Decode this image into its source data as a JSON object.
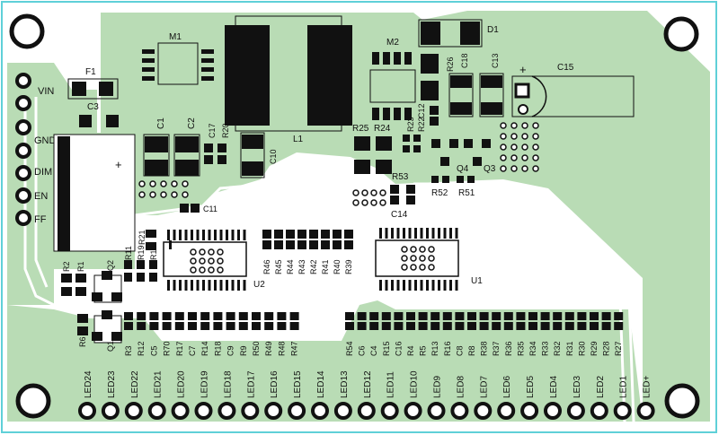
{
  "colors": {
    "background": "#ffffff",
    "board_outline": "#5fd0d8",
    "copper": "#b9dcb5",
    "copper_dark": "#9cc99a",
    "trace": "#ffffff",
    "pad": "#111111",
    "silk": "#111111"
  },
  "left_connector": {
    "labels": [
      "VIN",
      "",
      "GND",
      "DIM",
      "EN",
      "FF"
    ]
  },
  "components": {
    "M1": "M1",
    "M2": "M2",
    "D1": "D1",
    "F1": "F1",
    "L1": "L1",
    "C1": "C1",
    "C2": "C2",
    "C3": "C3",
    "C10": "C10",
    "C11": "C11",
    "C12": "C12",
    "C13": "C13",
    "C14": "C14",
    "C15": "C15",
    "C17": "C17",
    "C18": "C18",
    "R20": "R20",
    "R21": "R21",
    "R22": "R22",
    "R23": "R23",
    "R24": "R24",
    "R25": "R25",
    "R26": "R26",
    "R51": "R51",
    "R52": "R52",
    "R53": "R53",
    "Q3": "Q3",
    "Q4": "Q4",
    "U1": "U1",
    "U2": "U2",
    "R1": "R1",
    "R2": "R2",
    "Q1": "Q1",
    "Q2": "Q2",
    "R6": "R6",
    "R10": "R10",
    "R11": "R11",
    "R19": "R19",
    "plus": "+"
  },
  "u2_resistors": [
    "R46",
    "R45",
    "R44",
    "R43",
    "R42",
    "R41",
    "R40",
    "R39"
  ],
  "bottom_left_refs": [
    "R3",
    "R12",
    "C5",
    "R70",
    "R17",
    "C7",
    "R14",
    "R18",
    "C9",
    "R9",
    "R50",
    "R49",
    "R48",
    "R47"
  ],
  "bottom_right_refs": [
    "R54",
    "C6",
    "C4",
    "R15",
    "C16",
    "R4",
    "R5",
    "R13",
    "R16",
    "C8",
    "R8",
    "R38",
    "R37",
    "R36",
    "R35",
    "R34",
    "R33",
    "R32",
    "R31",
    "R30",
    "R29",
    "R28",
    "R27"
  ],
  "led_labels": [
    "LED24",
    "LED23",
    "LED22",
    "LED21",
    "LED20",
    "LED19",
    "LED18",
    "LED17",
    "LED16",
    "LED15",
    "LED14",
    "LED13",
    "LED12",
    "LED11",
    "LED10",
    "LED9",
    "LED8",
    "LED7",
    "LED6",
    "LED5",
    "LED4",
    "LED3",
    "LED2",
    "LED1",
    "LED+"
  ]
}
